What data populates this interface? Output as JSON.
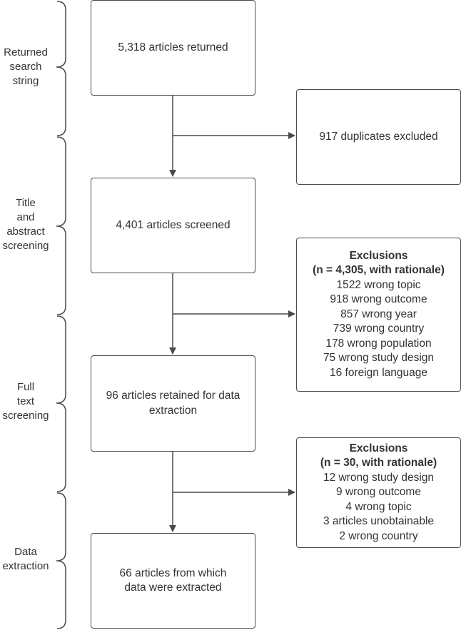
{
  "stages": [
    {
      "id": "returned",
      "lines": [
        "Returned",
        "search",
        "string"
      ]
    },
    {
      "id": "title-abstract",
      "lines": [
        "Title",
        "and",
        "abstract",
        "screening"
      ]
    },
    {
      "id": "full-text",
      "lines": [
        "Full",
        "text",
        "screening"
      ]
    },
    {
      "id": "data-extraction",
      "lines": [
        "Data",
        "extraction"
      ]
    }
  ],
  "boxes": {
    "returned": "5,318 articles returned",
    "duplicates": "917 duplicates excluded",
    "screened": "4,401 articles screened",
    "retained": "96 articles retained for data extraction",
    "extracted": "66 articles from which data were extracted"
  },
  "exclusions1": {
    "title": "Exclusions",
    "subtitle": "(n = 4,305, with rationale)",
    "items": [
      "1522 wrong topic",
      "918 wrong outcome",
      "857 wrong year",
      "739 wrong country",
      "178 wrong population",
      "75 wrong study design",
      "16 foreign language"
    ]
  },
  "exclusions2": {
    "title": "Exclusions",
    "subtitle": "(n = 30, with rationale)",
    "items": [
      "12 wrong study design",
      "9 wrong outcome",
      "4 wrong topic",
      "3 articles unobtainable",
      "2 wrong country"
    ]
  },
  "colors": {
    "stroke": "#4a4a4a",
    "text": "#333333",
    "background": "#ffffff"
  }
}
